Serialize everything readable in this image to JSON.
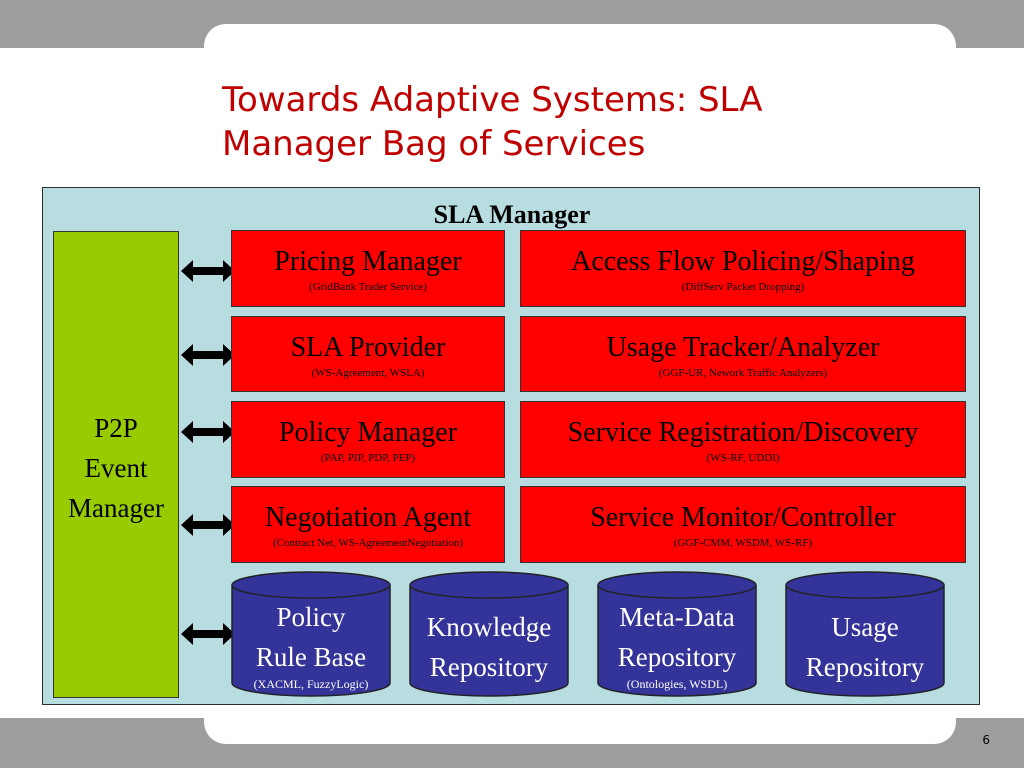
{
  "slide": {
    "title": "Towards Adaptive Systems: SLA Manager Bag of Services",
    "page_number": "6"
  },
  "diagram": {
    "heading": "SLA Manager",
    "event_manager": {
      "line1": "P2P",
      "line2": "Event",
      "line3": "Manager"
    },
    "left_services": [
      {
        "name": "Pricing Manager",
        "detail": "(GridBank Trader Service)"
      },
      {
        "name": "SLA Provider",
        "detail": "(WS-Agreement, WSLA)"
      },
      {
        "name": "Policy Manager",
        "detail": "(PAP, PIP, PDP, PEP)"
      },
      {
        "name": "Negotiation Agent",
        "detail": "(Contract Net, WS-AgreementNegotiation)"
      }
    ],
    "right_services": [
      {
        "name": "Access Flow Policing/Shaping",
        "detail": "(DiffServ Packet Dropping)"
      },
      {
        "name": "Usage Tracker/Analyzer",
        "detail": "(GGF-UR, Nework Traffic Analyzers)"
      },
      {
        "name": "Service Registration/Discovery",
        "detail": "(WS-RF, UDDI)"
      },
      {
        "name": "Service Monitor/Controller",
        "detail": "(GGF-CMM, WSDM, WS-RF)"
      }
    ],
    "repositories": [
      {
        "line1": "Policy",
        "line2": "Rule Base",
        "detail": "(XACML, FuzzyLogic)"
      },
      {
        "line1": "Knowledge",
        "line2": "Repository",
        "detail": ""
      },
      {
        "line1": "Meta-Data",
        "line2": "Repository",
        "detail": "(Ontologies, WSDL)"
      },
      {
        "line1": "Usage",
        "line2": "Repository",
        "detail": ""
      }
    ],
    "colors": {
      "service_box": "#ff0000",
      "event_manager": "#99cc00",
      "repository": "#333399",
      "background": "#b8dde0",
      "title": "#c00000"
    }
  }
}
